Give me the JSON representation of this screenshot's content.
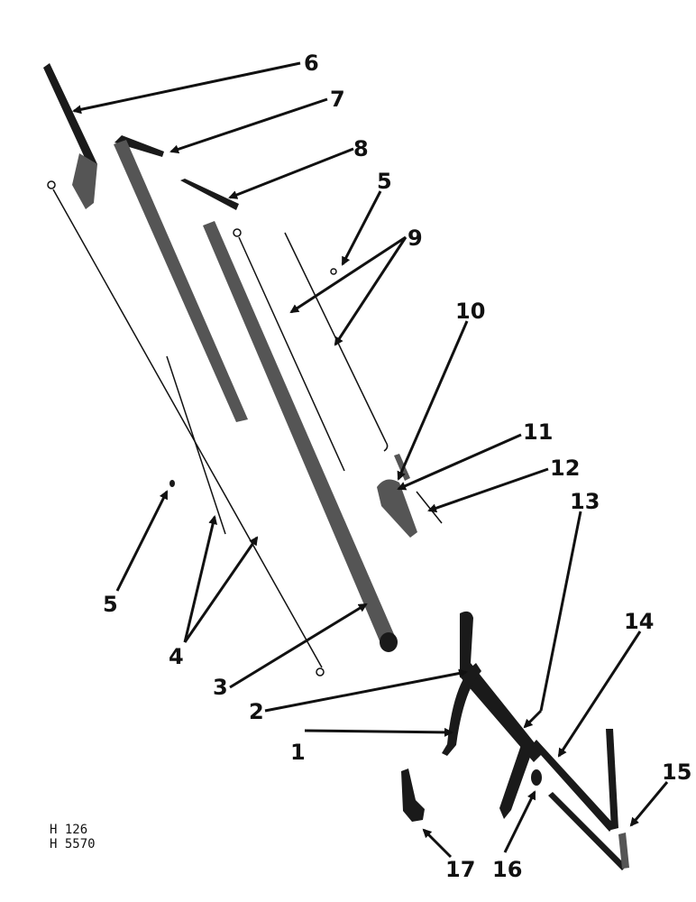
{
  "diagram": {
    "type": "exploded-parts-diagram",
    "callouts": [
      {
        "id": "1",
        "label": "1"
      },
      {
        "id": "2",
        "label": "2"
      },
      {
        "id": "3",
        "label": "3"
      },
      {
        "id": "4",
        "label": "4"
      },
      {
        "id": "5a",
        "label": "5"
      },
      {
        "id": "5b",
        "label": "5"
      },
      {
        "id": "6",
        "label": "6"
      },
      {
        "id": "7",
        "label": "7"
      },
      {
        "id": "8",
        "label": "8"
      },
      {
        "id": "9",
        "label": "9"
      },
      {
        "id": "10",
        "label": "10"
      },
      {
        "id": "11",
        "label": "11"
      },
      {
        "id": "12",
        "label": "12"
      },
      {
        "id": "13",
        "label": "13"
      },
      {
        "id": "14",
        "label": "14"
      },
      {
        "id": "15",
        "label": "15"
      },
      {
        "id": "16",
        "label": "16"
      },
      {
        "id": "17",
        "label": "17"
      }
    ],
    "reference_codes": [
      "H 126",
      "H 5570"
    ]
  }
}
